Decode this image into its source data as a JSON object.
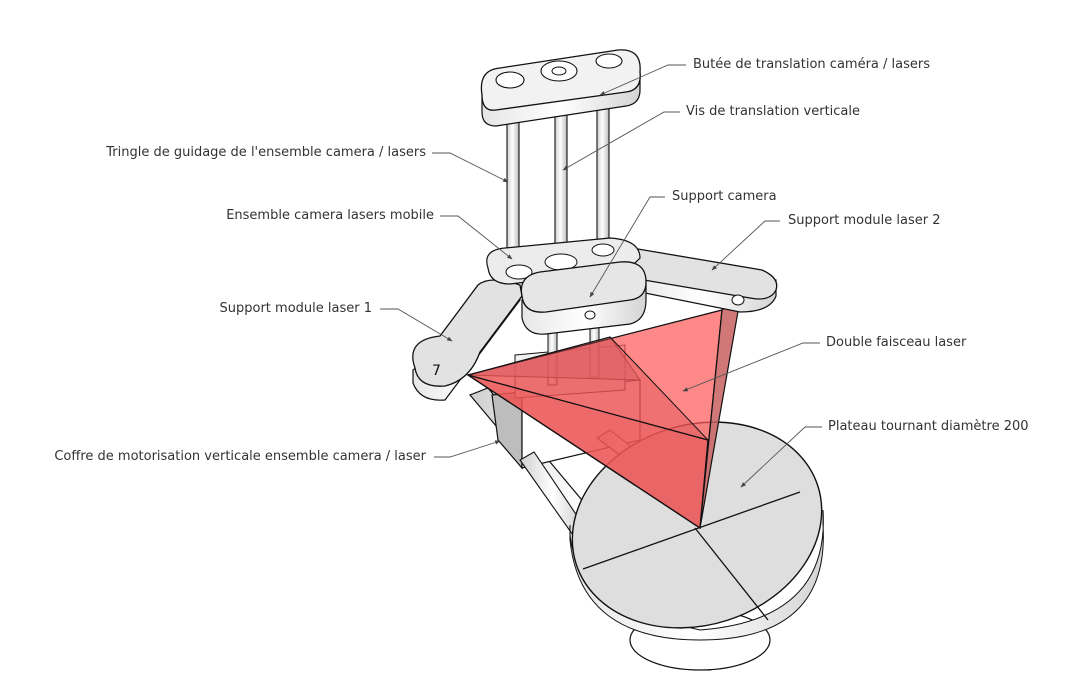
{
  "diagram": {
    "title": "",
    "colors": {
      "background": "#ffffff",
      "part_fill": "#dcdcdc",
      "part_light": "#f4f4f4",
      "part_shade": "#bcbcbc",
      "outline": "#111111",
      "laser_fill": "#ff5a5a",
      "laser_side": "#c86060",
      "laser_back": "#a0aac8",
      "leader": "#555555",
      "text": "#333333"
    },
    "labels": [
      {
        "id": "butee",
        "text": "Butée de translation caméra / lasers"
      },
      {
        "id": "vis",
        "text": "Vis de translation verticale"
      },
      {
        "id": "tringle",
        "text": "Tringle de guidage de l'ensemble camera / lasers"
      },
      {
        "id": "support-camera",
        "text": "Support camera"
      },
      {
        "id": "ensemble",
        "text": "Ensemble camera lasers mobile"
      },
      {
        "id": "laser2",
        "text": "Support module laser 2"
      },
      {
        "id": "laser1",
        "text": "Support module laser 1"
      },
      {
        "id": "faisceau",
        "text": "Double faisceau laser"
      },
      {
        "id": "plateau",
        "text": "Plateau tournant diamètre 200"
      },
      {
        "id": "coffre",
        "text": "Coffre de motorisation verticale ensemble camera / laser"
      }
    ],
    "arm_marking": "7"
  }
}
